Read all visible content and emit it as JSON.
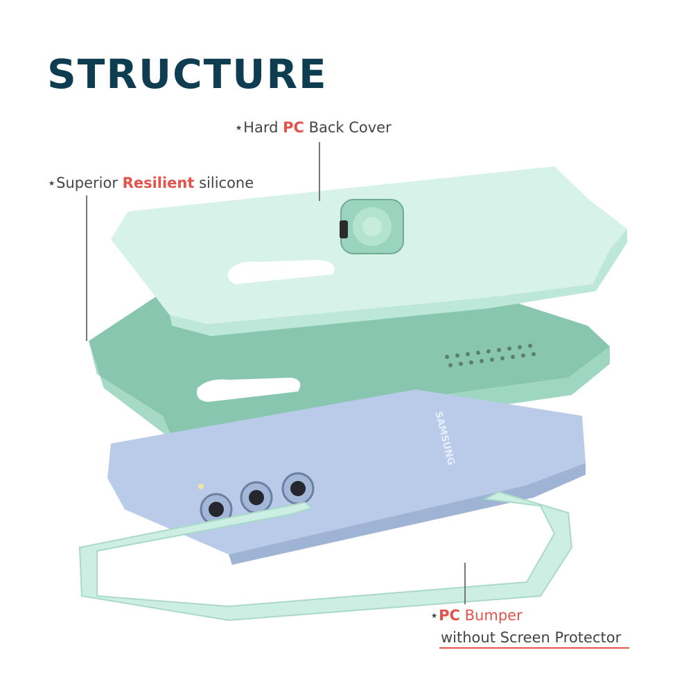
{
  "title": "STRUCTURE",
  "labels": {
    "back_cover": {
      "star": "⋆",
      "pre": "Hard ",
      "hl": "PC",
      "post": " Back Cover"
    },
    "silicone": {
      "star": "⋆",
      "pre": "Superior ",
      "hl": "Resilient",
      "post": " silicone"
    },
    "bumper": {
      "star": "⋆",
      "hl": "PC",
      "post": " Bumper",
      "line2": "without Screen Protector"
    }
  },
  "phone_brand": "SAMSUNG",
  "colors": {
    "title": "#0e3d52",
    "highlight": "#e2534b",
    "mint_light": "#d4f1e8",
    "mint_mid": "#a9e0cd",
    "mint_dark": "#8cc9b3",
    "phone_blue": "#b9cbe8"
  }
}
